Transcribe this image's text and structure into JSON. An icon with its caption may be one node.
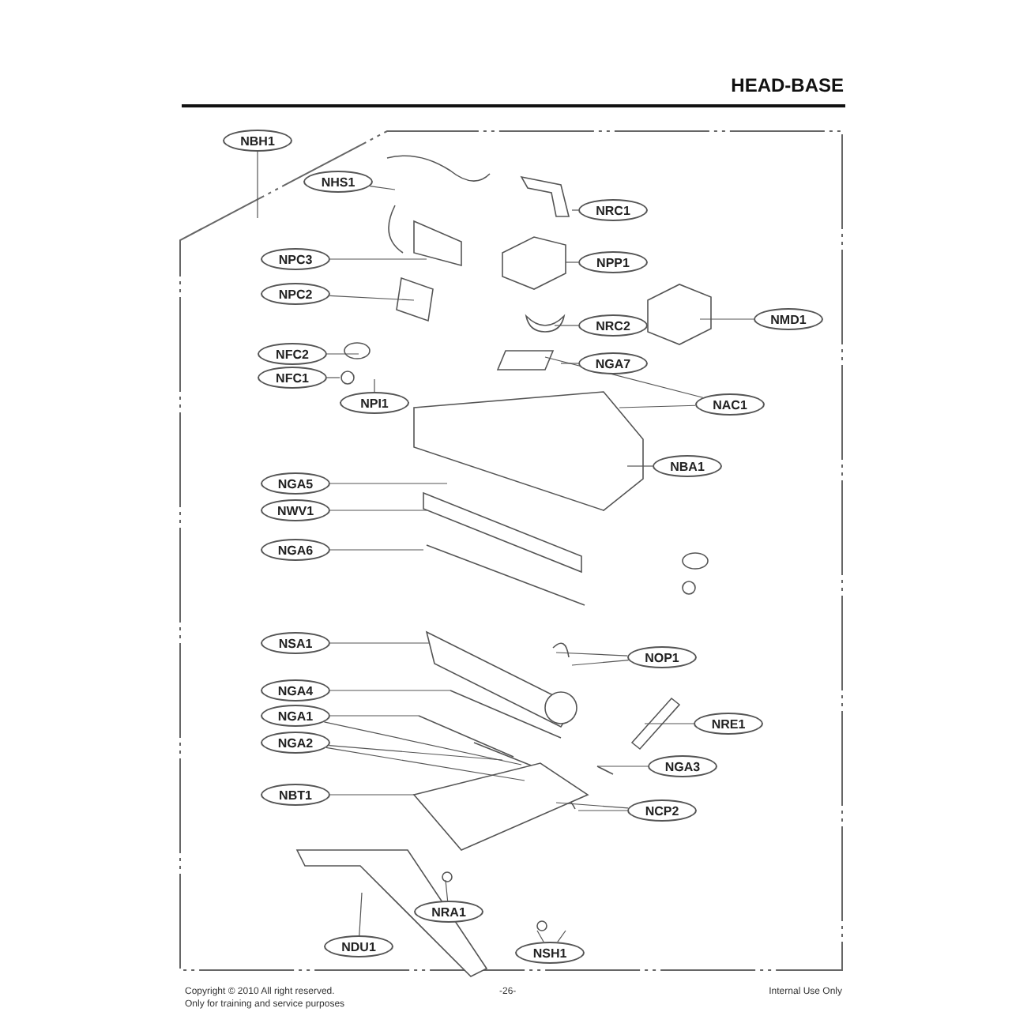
{
  "diagram": {
    "title": "HEAD-BASE",
    "nodes": [
      {
        "text": [
          "NBH1"
        ]
      },
      {
        "text": [
          "NHS1"
        ]
      },
      {
        "text": [
          "NRC1"
        ]
      },
      {
        "text": [
          "NPC3"
        ]
      },
      {
        "text": [
          "NPP1"
        ]
      },
      {
        "text": [
          "NPC2"
        ]
      },
      {
        "text": [
          "NMD1"
        ]
      },
      {
        "text": [
          "NRC2"
        ]
      },
      {
        "text": [
          "NFC2"
        ]
      },
      {
        "text": [
          "NGA7"
        ]
      },
      {
        "text": [
          "NFC1"
        ]
      },
      {
        "text": [
          "NPI1"
        ]
      },
      {
        "text": [
          "NAC1"
        ]
      },
      {
        "text": [
          "NBA1"
        ]
      },
      {
        "text": [
          "NGA5"
        ]
      },
      {
        "text": [
          "NWV1"
        ]
      },
      {
        "text": [
          "NGA6"
        ]
      },
      {
        "text": [
          "NSA1"
        ]
      },
      {
        "text": [
          "NOP1"
        ]
      },
      {
        "text": [
          "NGA4"
        ]
      },
      {
        "text": [
          "NGA1"
        ]
      },
      {
        "text": [
          "NRE1"
        ]
      },
      {
        "text": [
          "NGA2"
        ]
      },
      {
        "text": [
          "NGA3"
        ]
      },
      {
        "text": [
          "NBT1"
        ]
      },
      {
        "text": [
          "NCP2"
        ]
      },
      {
        "text": [
          "NRA1"
        ]
      },
      {
        "text": [
          "NDU1"
        ]
      },
      {
        "text": [
          "NSH1"
        ]
      }
    ],
    "edges": [
      {
        "from": 0,
        "to": null,
        "arrow": "none"
      },
      {
        "from": 1,
        "to": null,
        "arrow": "none"
      },
      {
        "from": 2,
        "to": null,
        "arrow": "none"
      },
      {
        "from": 3,
        "to": null,
        "arrow": "none"
      },
      {
        "from": 4,
        "to": null,
        "arrow": "none"
      },
      {
        "from": 5,
        "to": null,
        "arrow": "none"
      },
      {
        "from": 6,
        "to": null,
        "arrow": "none"
      },
      {
        "from": 7,
        "to": null,
        "arrow": "none"
      },
      {
        "from": 8,
        "to": null,
        "arrow": "none"
      },
      {
        "from": 9,
        "to": null,
        "arrow": "none"
      },
      {
        "from": 10,
        "to": null,
        "arrow": "none"
      },
      {
        "from": 11,
        "to": null,
        "arrow": "none"
      },
      {
        "from": 12,
        "to": null,
        "arrow": "none"
      },
      {
        "from": 12,
        "to": null,
        "arrow": "none"
      },
      {
        "from": 13,
        "to": null,
        "arrow": "none"
      },
      {
        "from": 14,
        "to": null,
        "arrow": "none"
      },
      {
        "from": 15,
        "to": null,
        "arrow": "none"
      },
      {
        "from": 16,
        "to": null,
        "arrow": "none"
      },
      {
        "from": 17,
        "to": null,
        "arrow": "none"
      },
      {
        "from": 18,
        "to": null,
        "arrow": "none"
      },
      {
        "from": 18,
        "to": null,
        "arrow": "none"
      },
      {
        "from": 19,
        "to": null,
        "arrow": "none"
      },
      {
        "from": 20,
        "to": null,
        "arrow": "none"
      },
      {
        "from": 20,
        "to": null,
        "arrow": "none"
      },
      {
        "from": 21,
        "to": null,
        "arrow": "none"
      },
      {
        "from": 22,
        "to": null,
        "arrow": "none"
      },
      {
        "from": 22,
        "to": null,
        "arrow": "none"
      },
      {
        "from": 23,
        "to": null,
        "arrow": "none"
      },
      {
        "from": 24,
        "to": null,
        "arrow": "none"
      },
      {
        "from": 25,
        "to": null,
        "arrow": "none"
      },
      {
        "from": 25,
        "to": null,
        "arrow": "none"
      },
      {
        "from": 26,
        "to": null,
        "arrow": "none"
      },
      {
        "from": 27,
        "to": null,
        "arrow": "none"
      },
      {
        "from": 28,
        "to": null,
        "arrow": "none"
      },
      {
        "from": 28,
        "to": null,
        "arrow": "none"
      }
    ],
    "labels": [
      "Copyright © 2010 All right reserved.",
      "Only for training and service purposes",
      "-26-",
      "Internal Use Only"
    ]
  }
}
